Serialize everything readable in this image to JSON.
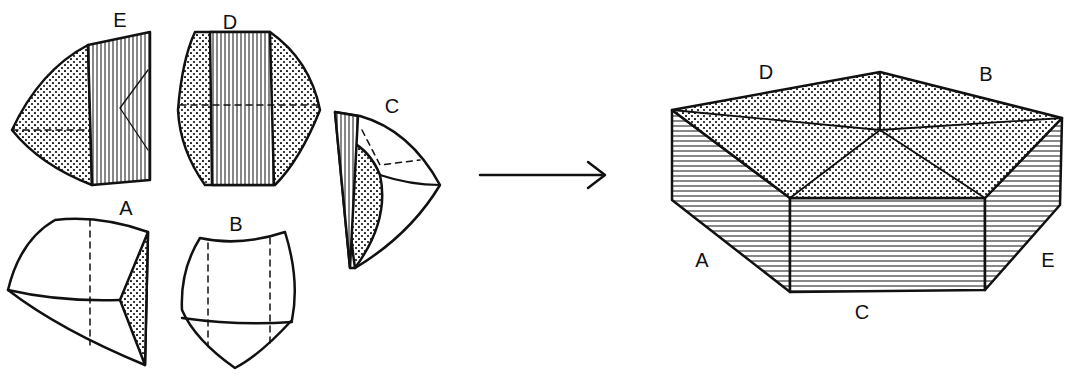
{
  "diagram": {
    "labels": [
      "E",
      "D",
      "C",
      "A",
      "B",
      "D",
      "B",
      "A",
      "E",
      "C"
    ]
  }
}
